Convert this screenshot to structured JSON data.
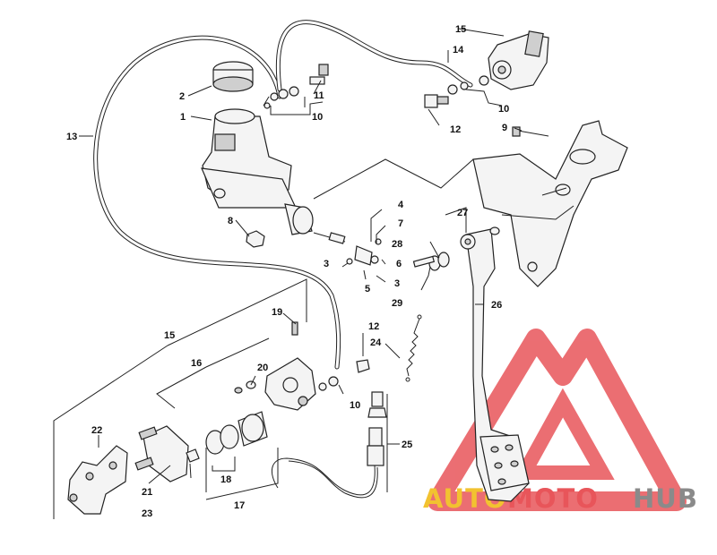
{
  "watermark": {
    "brand_parts": [
      "AUTO",
      "MOTO",
      "HUB"
    ],
    "colors": {
      "auto": "#f2c230",
      "moto": "#e8555a",
      "hub": "#8a8a8a",
      "logo": "#e8555a"
    }
  },
  "callouts": {
    "c1": "1",
    "c2": "2",
    "c3a": "3",
    "c3b": "3",
    "c4": "4",
    "c5": "5",
    "c6": "6",
    "c7": "7",
    "c8": "8",
    "c9": "9",
    "c10a": "10",
    "c10b": "10",
    "c10c": "10",
    "c11": "11",
    "c12a": "12",
    "c12b": "12",
    "c13": "13",
    "c14": "14",
    "c15a": "15",
    "c15b": "15",
    "c16": "16",
    "c17": "17",
    "c18": "18",
    "c19": "19",
    "c20": "20",
    "c21": "21",
    "c22": "22",
    "c23": "23",
    "c24": "24",
    "c25": "25",
    "c26": "26",
    "c27": "27",
    "c28": "28",
    "c29": "29"
  }
}
